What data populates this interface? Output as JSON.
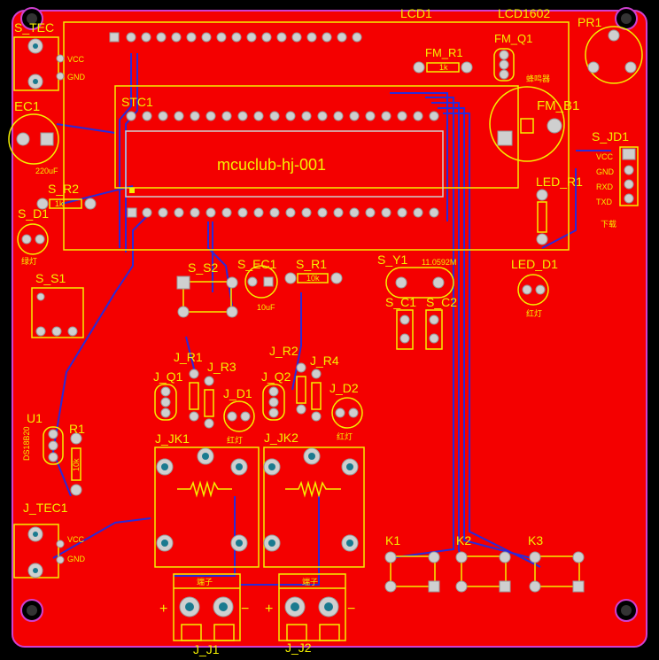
{
  "board": {
    "title": "mcuclub-hj-001",
    "colors": {
      "copper": "#f40000",
      "silk": "#f4f000",
      "trace": "#2a2ad8",
      "pad": "#cfcfcf",
      "hole": "#1a7a8f",
      "outline": "#d040d0"
    }
  },
  "labels": {
    "lcd1": "LCD1",
    "lcd1602": "LCD1602",
    "pr1": "PR1",
    "s_tec": "S_TEC",
    "vcc1": "VCC",
    "gnd1": "GND",
    "ec1": "EC1",
    "ec1_val": "220uF",
    "fm_r1": "FM_R1",
    "fm_r1_val": "1k",
    "fm_q1": "FM_Q1",
    "buzzer_cn": "蜂鸣器",
    "stc1": "STC1",
    "fm_b1": "FM_B1",
    "s_jd1": "S_JD1",
    "jd_vcc": "VCC",
    "jd_gnd": "GND",
    "jd_rxd": "RXD",
    "jd_txd": "TXD",
    "download": "下载",
    "s_r2": "S_R2",
    "s_r2_val": "1k",
    "led_r1": "LED_R1",
    "s_d1": "S_D1",
    "green_led": "绿灯",
    "led_d1": "LED_D1",
    "red_led": "红灯",
    "s_s2": "S_S2",
    "s_ec1": "S_EC1",
    "s_ec1_val": "10uF",
    "s_r1": "S_R1",
    "s_r1_val": "10k",
    "s_y1": "S_Y1",
    "s_y1_val": "11.0592M",
    "s_s1": "S_S1",
    "s_c1": "S_C1",
    "s_c2": "S_C2",
    "j_r1": "J_R1",
    "j_r3": "J_R3",
    "j_r2": "J_R2",
    "j_r4": "J_R4",
    "j_q1": "J_Q1",
    "j_d1": "J_D1",
    "j_q2": "J_Q2",
    "j_d2": "J_D2",
    "u1": "U1",
    "u1_val": "DS18B20",
    "r1": "R1",
    "r1_val": "10k",
    "j_d1_cn": "红灯",
    "j_d2_cn": "红灯",
    "j_jk1": "J_JK1",
    "j_jk2": "J_JK2",
    "j_tec1": "J_TEC1",
    "vcc2": "VCC",
    "gnd2": "GND",
    "k1": "K1",
    "k2": "K2",
    "k3": "K3",
    "terminal1": "端子",
    "terminal2": "端子",
    "j_j1": "J_J1",
    "j_j2": "J_J2",
    "plus": "+",
    "minus": "−"
  }
}
